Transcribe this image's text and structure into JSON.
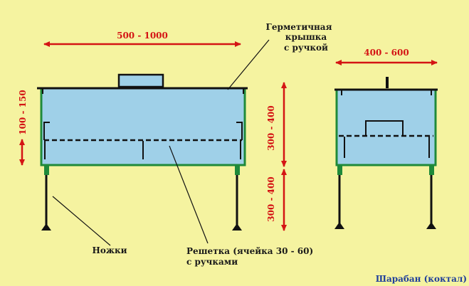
{
  "labels": {
    "lid_line1": "Герметичная",
    "lid_line2": "крышка",
    "lid_line3": "с ручкой",
    "legs": "Ножки",
    "grate_line1": "Решетка (ячейка 30 - 60)",
    "grate_line2": "с ручками",
    "title": "Шарабан (коктал)"
  },
  "dimensions": {
    "length": "500 - 1000",
    "width": "400 - 600",
    "lid_height": "100 - 150",
    "body_height": "300 - 400",
    "leg_height": "300 - 400"
  },
  "colors": {
    "background": "#f5f3a0",
    "body_fill": "#9fd0e8",
    "body_outline": "#1f8a3a",
    "dimension_arrow": "#d41414",
    "line": "#111111",
    "title": "#1f3f9a"
  }
}
